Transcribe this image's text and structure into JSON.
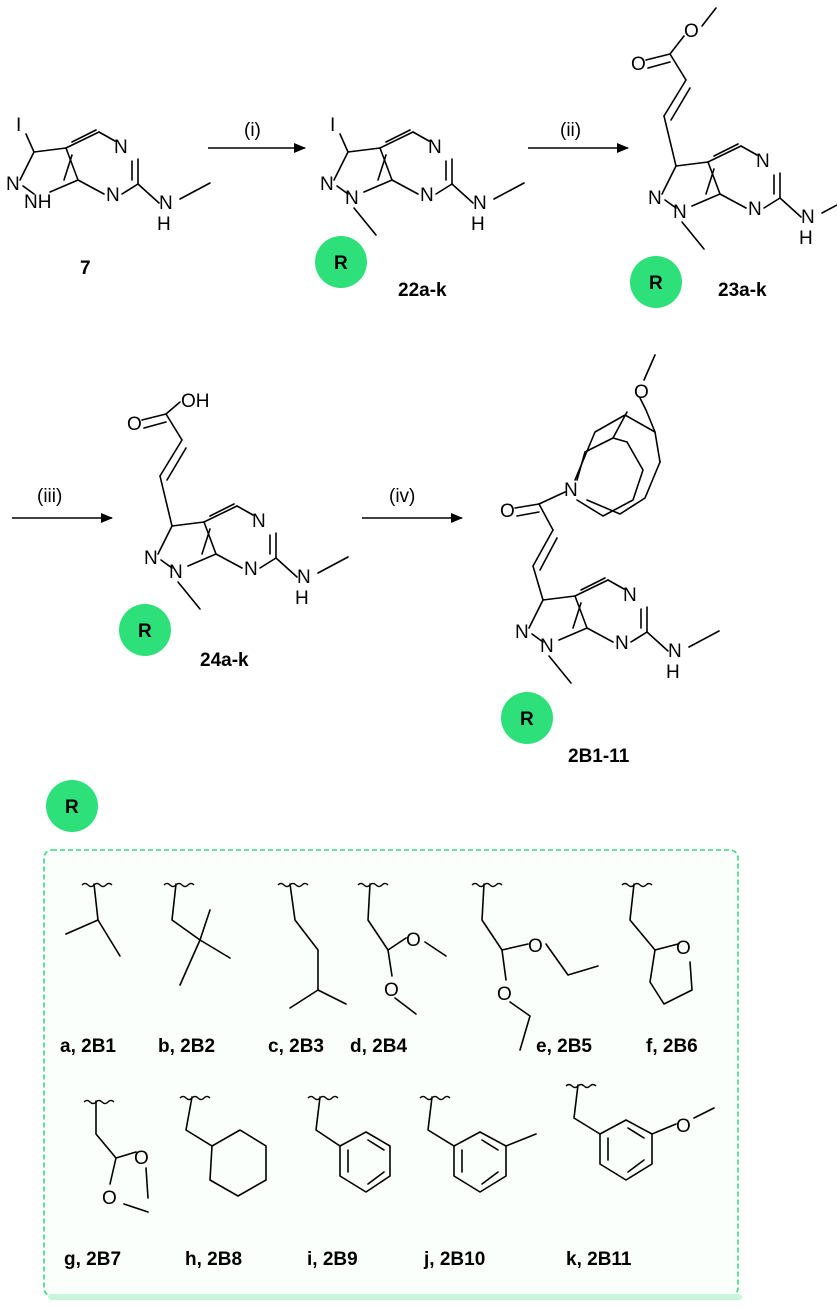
{
  "colors": {
    "r_group_fill": "#2ee07a",
    "box_stroke": "#3dd97f",
    "box_fill": "#fbfffc"
  },
  "r_symbol": "R",
  "atoms": {
    "I": "I",
    "N": "N",
    "NH": "NH",
    "HN_H": "H",
    "O": "O",
    "OH": "OH"
  },
  "compounds": {
    "c7": "7",
    "c22": "22a-k",
    "c23": "23a-k",
    "c24": "24a-k",
    "c2B": "2B1-11"
  },
  "steps": [
    "(i)",
    "(ii)",
    "(iii)",
    "(iv)"
  ],
  "substituents": [
    "a, 2B1",
    "b, 2B2",
    "c, 2B3",
    "d, 2B4",
    "e, 2B5",
    "f, 2B6",
    "g, 2B7",
    "h, 2B8",
    "i, 2B9",
    "j, 2B10",
    "k, 2B11"
  ]
}
